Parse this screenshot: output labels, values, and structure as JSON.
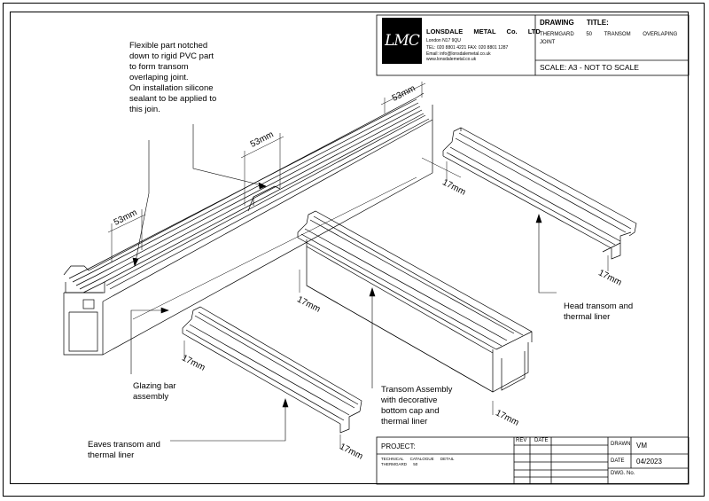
{
  "company": {
    "logo_text": "LMC",
    "name": "LONSDALE METAL Co. LTD",
    "address": "London N17 9QU",
    "contact": "TEL: 020 8801 4221 FAX: 020 8801 1287\nEmail: info@lonsdalemetal.co.uk\nwww.lonsdalemetal.co.uk"
  },
  "title_block": {
    "title_label": "DRAWING TITLE:",
    "title_value": "THERMGARD 50 TRANSOM OVERLAPING\nJOINT",
    "scale": "SCALE: A3 - NOT TO SCALE",
    "project_label": "PROJECT:",
    "project_value": "TECHNICAL CATALOGUE DETAIL\nTHERMGARD 50",
    "rev_label": "REV",
    "date_label": "DATE",
    "drawn_label": "DRAWN",
    "drawn_value": "VM",
    "date2_label": "DATE",
    "date2_value": "04/2023",
    "dwg_label": "DWG. No."
  },
  "annotations": {
    "flexible_part": "Flexible part notched\ndown to rigid PVC part\nto form transom\noverlaping joint.\nOn installation silicone\nsealant to be applied to\nthis join.",
    "glazing_bar": "Glazing bar\nassembly",
    "eaves": "Eaves transom and\nthermal liner",
    "transom_assembly": "Transom Assembly\nwith decorative\nbottom cap and\nthermal liner",
    "head_transom": "Head transom and\nthermal liner"
  },
  "dimensions": {
    "d1": "53mm",
    "d2": "53mm",
    "d3": "53mm",
    "d4": "17mm",
    "d5": "17mm",
    "d6": "17mm",
    "d7": "17mm",
    "d8": "17mm",
    "d9": "17mm"
  }
}
